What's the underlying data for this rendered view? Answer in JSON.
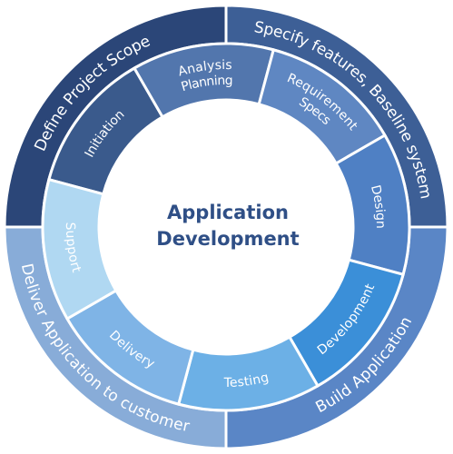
{
  "center": {
    "line1": "Application",
    "line2": "Development"
  },
  "outer_ring": [
    {
      "label": "Define Project Scope",
      "color": "#2b4678"
    },
    {
      "label": "Specify features, Baseline system",
      "color": "#3d5f96"
    },
    {
      "label": "Build Application",
      "color": "#5a86c6"
    },
    {
      "label": "Deliver Application to customer",
      "color": "#88acd8"
    }
  ],
  "inner_ring": [
    {
      "label": "Initiation",
      "color": "#3a5a8c"
    },
    {
      "label": "Analysis Planning",
      "label_lines": [
        "Analysis",
        "Planning"
      ],
      "color": "#5276ad"
    },
    {
      "label": "Requirement Specs",
      "label_lines": [
        "Requirement",
        "Specs"
      ],
      "color": "#5f87c2"
    },
    {
      "label": "Design",
      "color": "#4f80c4"
    },
    {
      "label": "Development",
      "color": "#3b8fd8"
    },
    {
      "label": "Testing",
      "color": "#6cb0e6"
    },
    {
      "label": "Delivery",
      "color": "#7fb4e6"
    },
    {
      "label": "Support",
      "color": "#b0d8f2"
    }
  ]
}
